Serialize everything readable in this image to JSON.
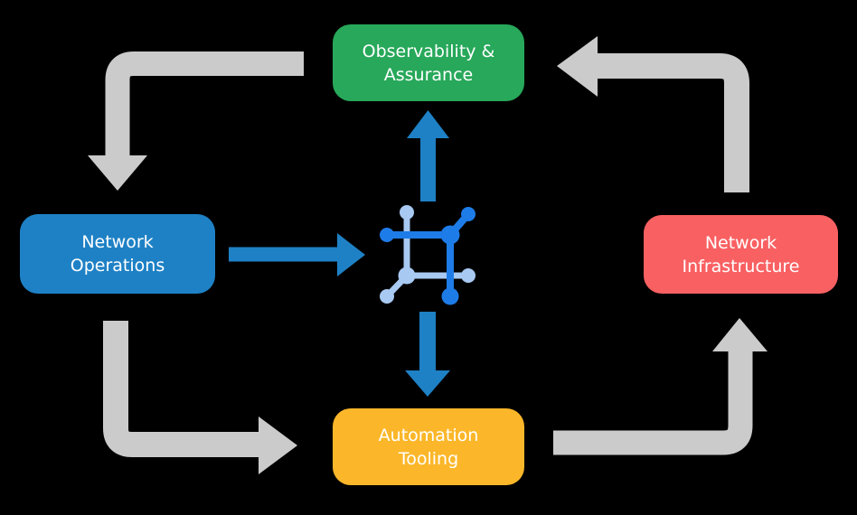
{
  "diagram": {
    "background_color": "#000000",
    "text_color": "#ffffff",
    "nodes": {
      "observability": {
        "label": "Observability &\nAssurance",
        "color": "#27A85A"
      },
      "operations": {
        "label": "Network\nOperations",
        "color": "#1E81C5"
      },
      "infrastructure": {
        "label": "Network\nInfrastructure",
        "color": "#F96062"
      },
      "automation": {
        "label": "Automation\nTooling",
        "color": "#FBB729"
      }
    },
    "center_icon": {
      "name": "network-mesh-icon",
      "primary_color": "#1E7CE8",
      "secondary_color": "#A8C9F2"
    },
    "arrows": {
      "blue_color": "#1E81C5",
      "gray_color": "#CBCBCB",
      "flow": [
        {
          "from": "observability",
          "to": "operations",
          "style": "gray-elbow"
        },
        {
          "from": "operations",
          "to": "automation",
          "style": "gray-elbow"
        },
        {
          "from": "automation",
          "to": "infrastructure",
          "style": "gray-elbow"
        },
        {
          "from": "infrastructure",
          "to": "observability",
          "style": "gray-elbow"
        },
        {
          "from": "operations",
          "to": "center-icon",
          "style": "blue-straight"
        },
        {
          "from": "center-icon",
          "to": "observability",
          "style": "blue-straight"
        },
        {
          "from": "center-icon",
          "to": "automation",
          "style": "blue-straight"
        }
      ]
    }
  }
}
